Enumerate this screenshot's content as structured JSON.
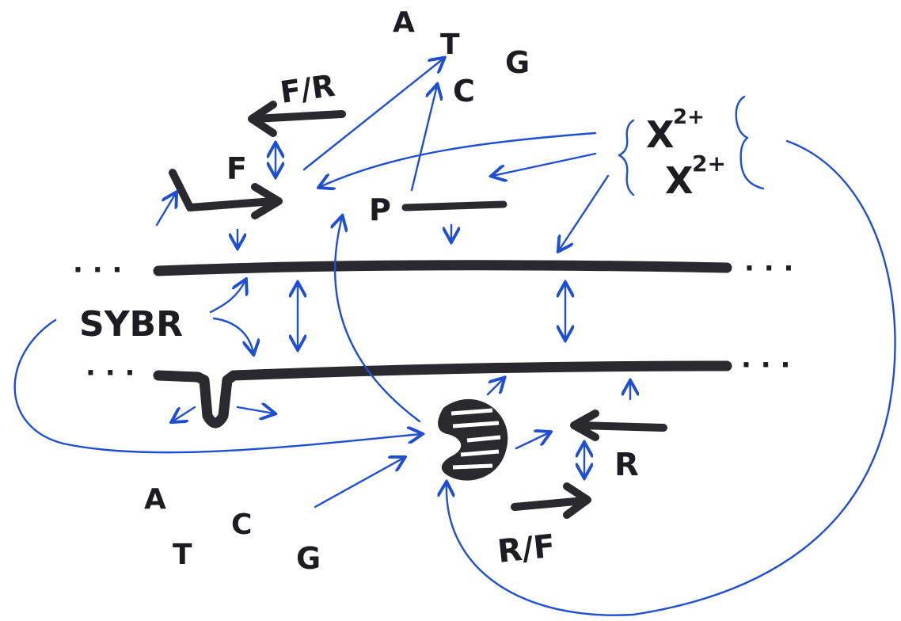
{
  "colors": {
    "ink": "#2a2a2e",
    "arrow": "#1f4fd1",
    "background": "#ffffff"
  },
  "dots": {
    "left_top": "· · ·",
    "right_top": "· · ·",
    "left_bottom": "· · ·",
    "right_bottom": "· · ·"
  },
  "nucleotides_top": {
    "a": "A",
    "t": "T",
    "g": "G",
    "c": "C"
  },
  "nucleotides_bottom": {
    "a": "A",
    "c": "C",
    "t": "T",
    "g": "G"
  },
  "labels": {
    "forward_reverse": "F/R",
    "forward": "F",
    "probe": "P",
    "sybr": "SYBR",
    "reverse": "R",
    "reverse_forward": "R/F"
  },
  "ions": {
    "base": "X",
    "charge": "2+"
  },
  "icons": {
    "polymerase": "polymerase-icon",
    "dna_strand": "dna-strand-icon",
    "primer": "primer-arrow-icon"
  }
}
